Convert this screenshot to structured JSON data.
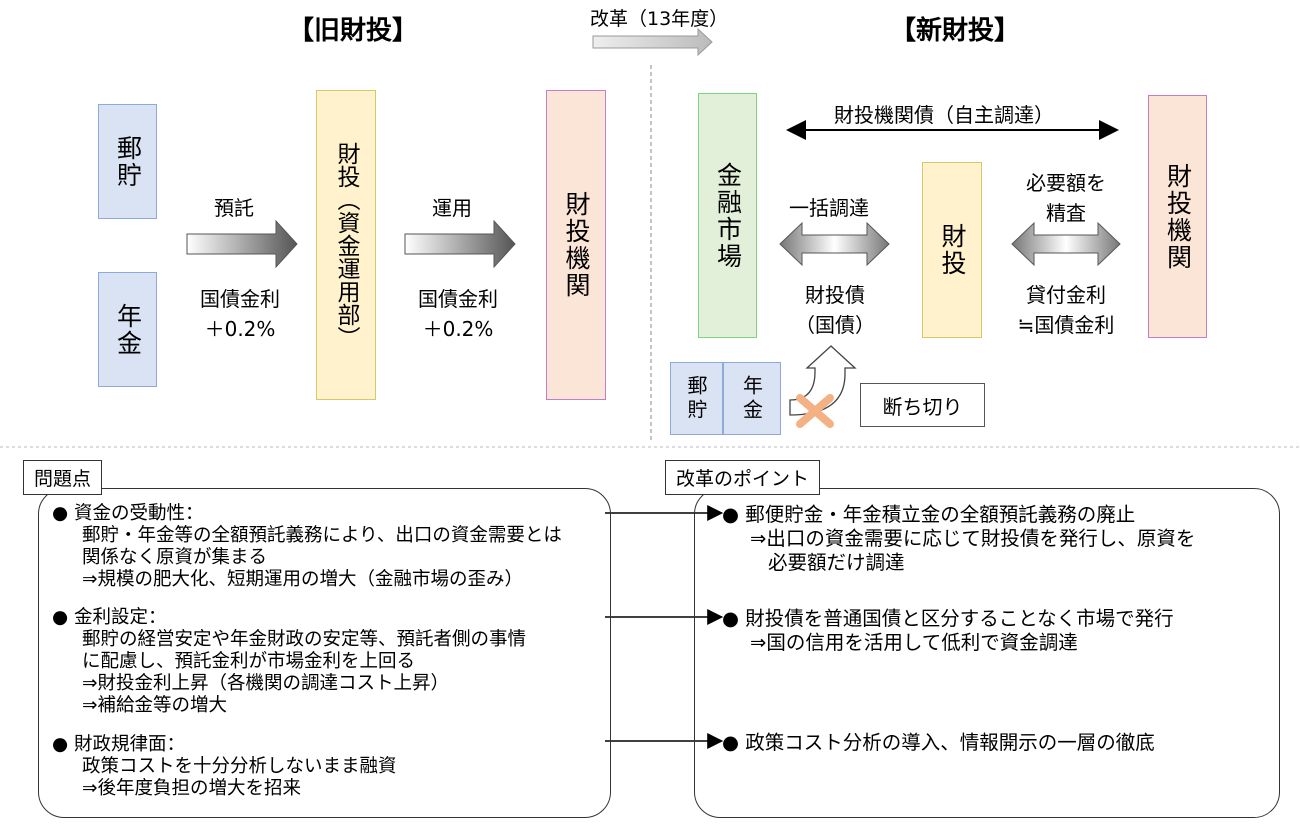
{
  "header": {
    "old_title": "【旧財投】",
    "new_title": "【新財投】",
    "reform_label": "改革（13年度）"
  },
  "old": {
    "postal_savings": "郵貯",
    "pension": "年金",
    "fund_dept": "財投（資金運用部）",
    "agency": "財投機関",
    "deposit_label": "預託",
    "deposit_rate": [
      "国債金利",
      "＋0.2%"
    ],
    "operate_label": "運用",
    "operate_rate": [
      "国債金利",
      "＋0.2%"
    ]
  },
  "new": {
    "market": "金融市場",
    "filp": "財投",
    "agency": "財投機関",
    "agency_bond": "財投機関債（自主調達）",
    "bulk_label": "一括調達",
    "bond_label": [
      "財投債",
      "（国債）"
    ],
    "scrutiny_label": [
      "必要額を",
      "精査"
    ],
    "loan_rate": [
      "貸付金利",
      "≒国債金利"
    ],
    "postal_savings": "郵貯",
    "pension": "年金",
    "cut_label": "断ち切り"
  },
  "problems": {
    "tag": "問題点",
    "items": [
      {
        "head": "● 資金の受動性：",
        "lines": [
          "郵貯・年金等の全額預託義務により、出口の資金需要とは",
          "関係なく原資が集まる",
          "⇒規模の肥大化、短期運用の増大（金融市場の歪み）"
        ]
      },
      {
        "head": "● 金利設定：",
        "lines": [
          "郵貯の経営安定や年金財政の安定等、預託者側の事情",
          "に配慮し、預託金利が市場金利を上回る",
          "⇒財投金利上昇（各機関の調達コスト上昇）",
          "⇒補給金等の増大"
        ]
      },
      {
        "head": "● 財政規律面：",
        "lines": [
          "政策コストを十分分析しないまま融資",
          "⇒後年度負担の増大を招来"
        ]
      }
    ]
  },
  "reforms": {
    "tag": "改革のポイント",
    "items": [
      {
        "head": "● 郵便貯金・年金積立金の全額預託義務の廃止",
        "lines": [
          "⇒出口の資金需要に応じて財投債を発行し、原資を",
          "必要額だけ調達"
        ]
      },
      {
        "head": "● 財投債を普通国債と区分することなく市場で発行",
        "lines": [
          "⇒国の信用を活用して低利で資金調達"
        ]
      },
      {
        "head": "● 政策コスト分析の導入、情報開示の一層の徹底",
        "lines": []
      }
    ]
  }
}
